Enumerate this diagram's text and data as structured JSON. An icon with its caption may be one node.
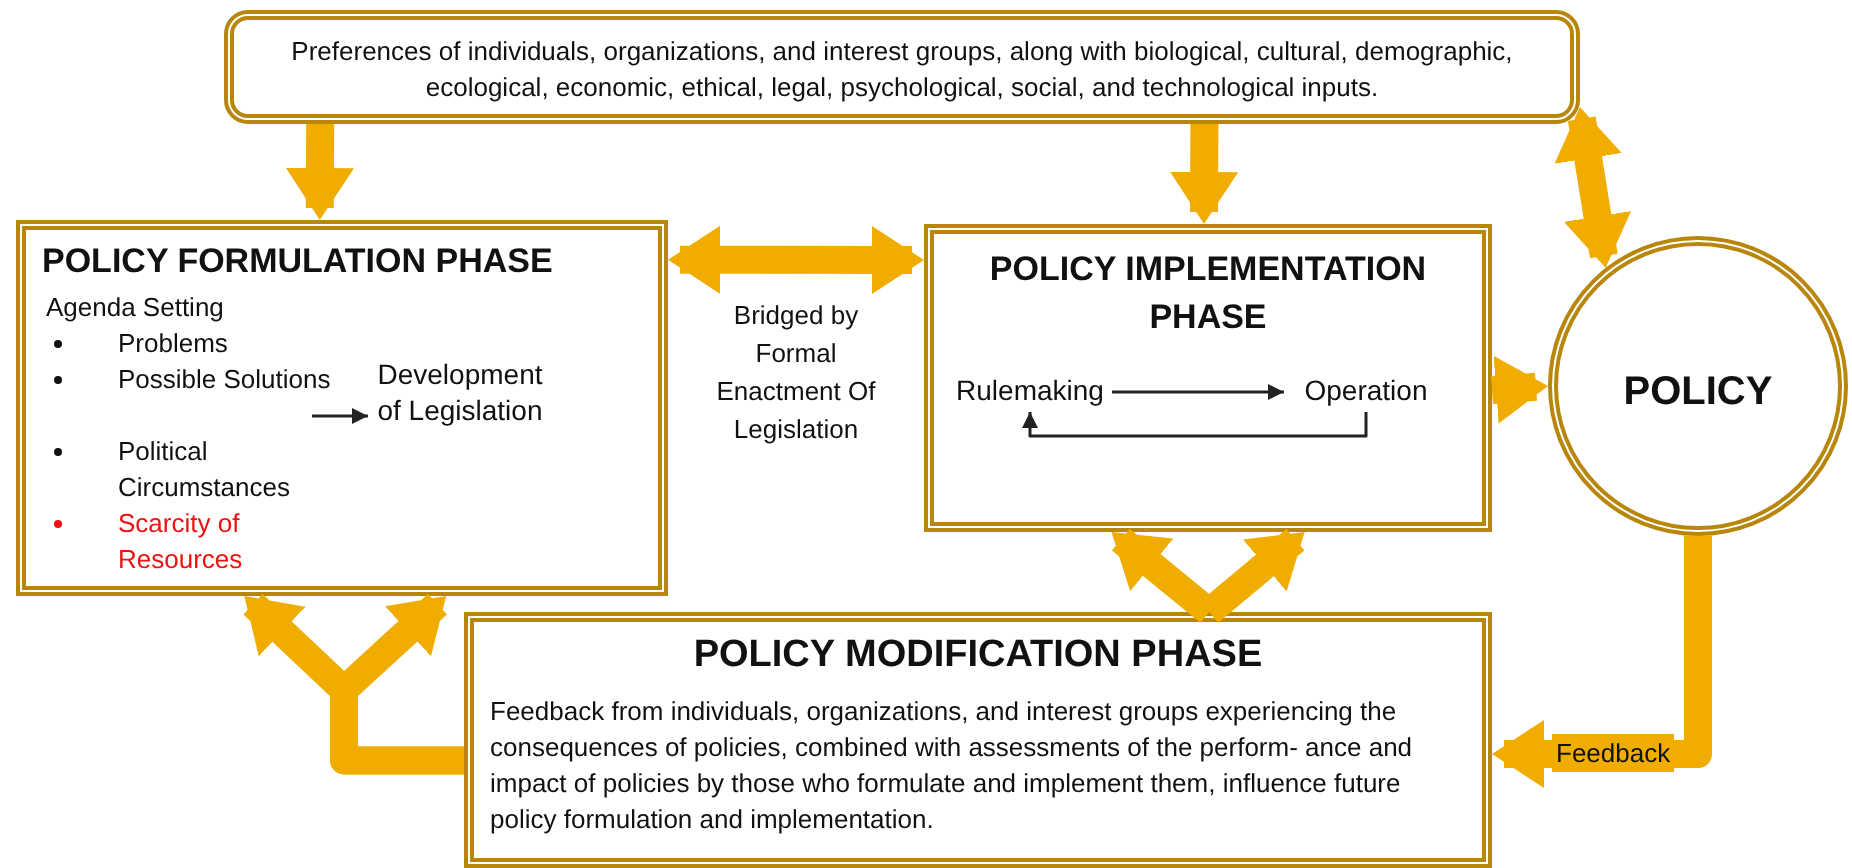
{
  "diagram": {
    "nodes": [
      {
        "text": [
          "Preferences of individuals, organizations, and interest groups, along with biological, cultural, demographic, ecological, economic, ethical, legal, psychological, social, and technological inputs."
        ]
      },
      {
        "text": [
          "POLICY FORMULATION PHASE",
          "Agenda Setting",
          "Problems",
          "Possible Solutions",
          "Political Circumstances",
          "Scarcity of Resources"
        ]
      },
      {
        "text": [
          "Development of Legislation"
        ],
        "in": 1
      },
      {
        "text": [
          "POLICY IMPLEMENTATION PHASE"
        ]
      },
      {
        "text": [
          "Rulemaking"
        ],
        "in": 3
      },
      {
        "text": [
          "Operation"
        ],
        "in": 3
      },
      {
        "text": [
          "POLICY"
        ]
      },
      {
        "text": [
          "POLICY MODIFICATION PHASE",
          "Feedback from individuals, organizations, and interest groups experiencing the consequences of policies, combined with assessments of the perform- ance and impact of policies by those who formulate and implement them, influence future policy formulation and implementation."
        ]
      }
    ],
    "edges": [
      {
        "from": 0,
        "to": 1,
        "arrow": "to"
      },
      {
        "from": 0,
        "to": 3,
        "arrow": "to"
      },
      {
        "from": 1,
        "to": 3,
        "arrow": "both",
        "label": "Bridged by Formal Enactment Of Legislation"
      },
      {
        "from": 3,
        "to": 6,
        "arrow": "to"
      },
      {
        "from": 0,
        "to": 6,
        "arrow": "both"
      },
      {
        "from": 6,
        "to": 7,
        "arrow": "to",
        "label": "Feedback"
      },
      {
        "from": 7,
        "to": 1,
        "arrow": "to"
      },
      {
        "from": 7,
        "to": 1,
        "arrow": "to"
      },
      {
        "from": 7,
        "to": 3,
        "arrow": "to"
      },
      {
        "from": 7,
        "to": 3,
        "arrow": "to"
      },
      {
        "from": null,
        "to": 2,
        "arrow": "to",
        "color": "#222222"
      },
      {
        "from": 4,
        "to": 5,
        "arrow": "to",
        "color": "#222222"
      },
      {
        "from": 5,
        "to": 4,
        "arrow": "to",
        "color": "#222222"
      }
    ]
  }
}
